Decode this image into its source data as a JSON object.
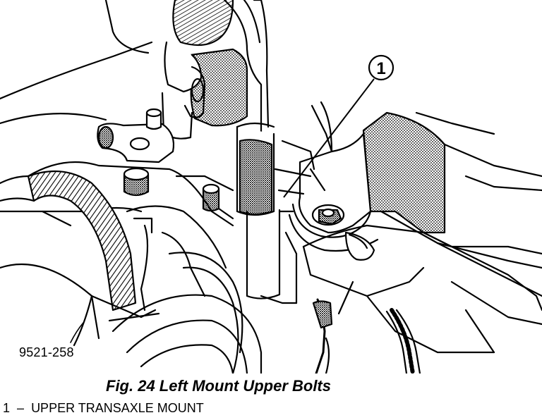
{
  "figure": {
    "id": "9521-258",
    "caption": "Fig. 24 Left Mount Upper Bolts",
    "callout": {
      "number": "1"
    },
    "legend": [
      {
        "number": "1",
        "separator": "–",
        "label": "UPPER TRANSAXLE MOUNT"
      }
    ]
  }
}
